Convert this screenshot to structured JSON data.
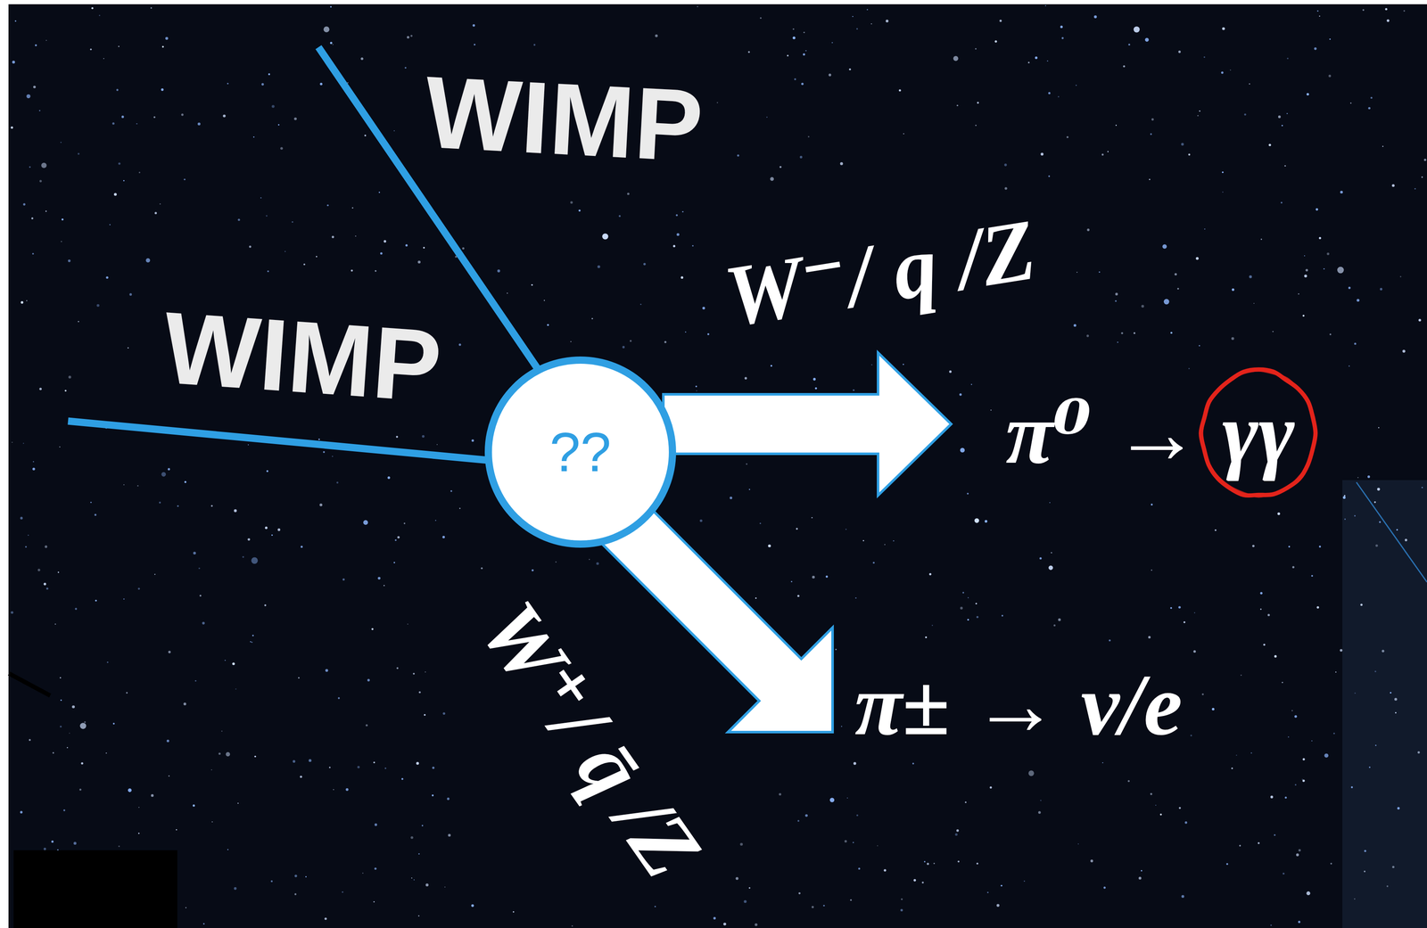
{
  "diagram": {
    "nodes": [
      {
        "text": [
          "??"
        ]
      }
    ],
    "labels": [
      "WIMP",
      "W⁻/ q /Z",
      "WIMP",
      "π⁰ → γγ",
      "π± → ν/e",
      "W⁺/ q̄ /Z"
    ]
  }
}
